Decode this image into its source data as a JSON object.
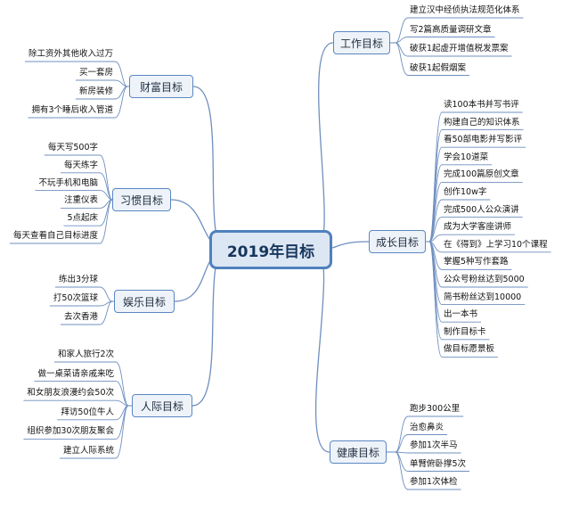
{
  "central": {
    "label": "2019年目标"
  },
  "colors": {
    "line": "#6f8fbf",
    "border": "#4f81bd",
    "fill": "#dde7f3"
  },
  "branches": [
    {
      "id": "work",
      "label": "工作目标",
      "side": "right",
      "leaves": [
        "建立汉中经侦执法规范化体系",
        "写2篇高质量调研文章",
        "破获1起虚开增值税发票案",
        "破获1起假烟案"
      ]
    },
    {
      "id": "growth",
      "label": "成长目标",
      "side": "right",
      "leaves": [
        "读100本书并写书评",
        "构建自己的知识体系",
        "看50部电影并写影评",
        "学会10道菜",
        "完成100篇原创文章",
        "创作10w字",
        "完成500人公众演讲",
        "成为大学客座讲师",
        "在《得到》上学习10个课程",
        "掌握5种写作套路",
        "公众号粉丝达到5000",
        "简书粉丝达到10000",
        "出一本书",
        "制作目标卡",
        "做目标愿景板"
      ]
    },
    {
      "id": "health",
      "label": "健康目标",
      "side": "right",
      "leaves": [
        "跑步300公里",
        "治愈鼻炎",
        "参加1次半马",
        "单臂俯卧撑5次",
        "参加1次体检"
      ]
    },
    {
      "id": "wealth",
      "label": "财富目标",
      "side": "left",
      "leaves": [
        "除工资外其他收入过万",
        "买一套房",
        "新房装修",
        "拥有3个睡后收入管道"
      ]
    },
    {
      "id": "habit",
      "label": "习惯目标",
      "side": "left",
      "leaves": [
        "每天写500字",
        "每天练字",
        "不玩手机和电脑",
        "注重仪表",
        "5点起床",
        "每天查看自己目标进度"
      ]
    },
    {
      "id": "fun",
      "label": "娱乐目标",
      "side": "left",
      "leaves": [
        "练出3分球",
        "打50次篮球",
        "去次香港"
      ]
    },
    {
      "id": "social",
      "label": "人际目标",
      "side": "left",
      "leaves": [
        "和家人旅行2次",
        "做一桌菜请亲戚来吃",
        "和女朋友浪漫约会50次",
        "拜访50位牛人",
        "组织参加30次朋友聚会",
        "建立人际系统"
      ]
    }
  ]
}
